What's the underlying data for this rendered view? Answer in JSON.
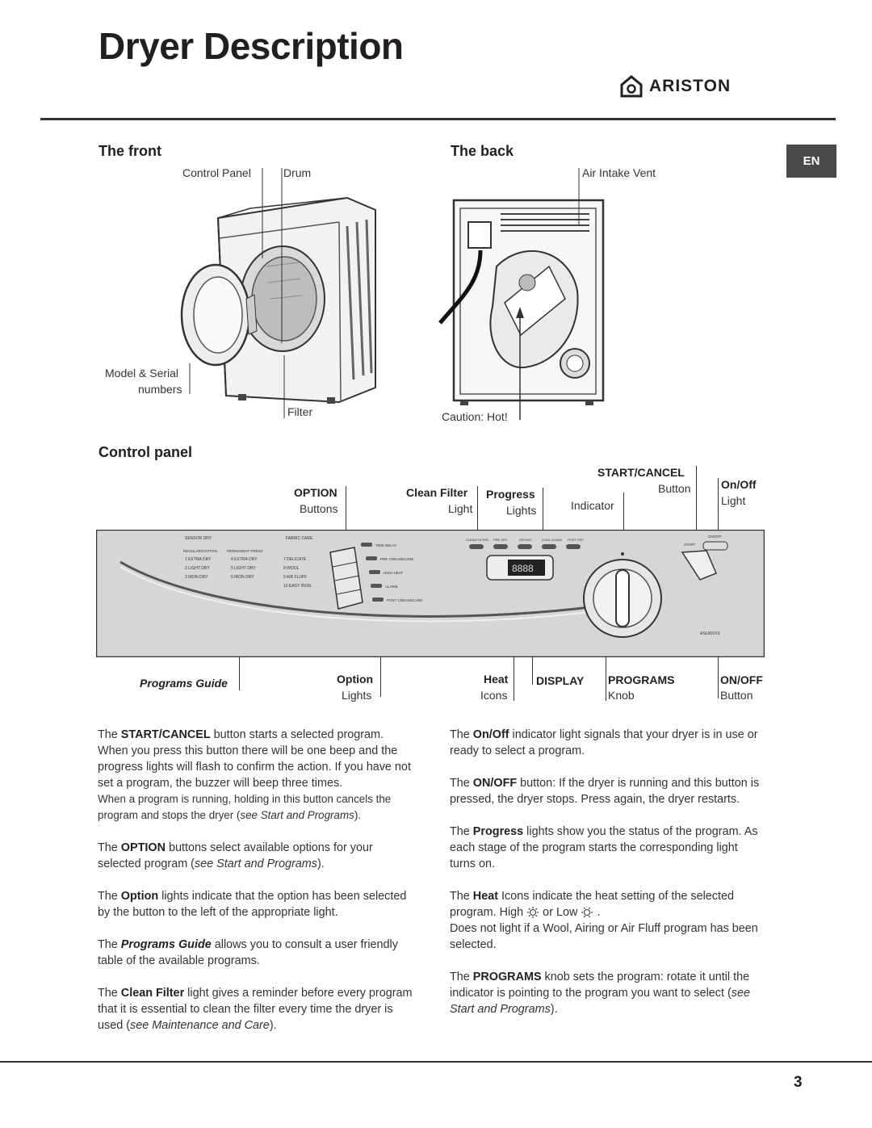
{
  "page": {
    "title": "Dryer Description",
    "lang_tab": "EN",
    "page_number": "3"
  },
  "brand": {
    "name": "ARISTON"
  },
  "front": {
    "heading": "The front",
    "control_panel": "Control Panel",
    "drum": "Drum",
    "model_line1": "Model & Serial",
    "model_line2": "numbers",
    "filter": "Filter"
  },
  "back": {
    "heading": "The back",
    "air_intake": "Air Intake Vent",
    "caution": "Caution: Hot!"
  },
  "panel": {
    "heading": "Control panel",
    "start_cancel": "START/CANCEL",
    "start_cancel_sub": "Button",
    "on_off_light": "On/Off",
    "on_off_light_sub": "Light",
    "option": "OPTION",
    "option_sub": "Buttons",
    "clean_filter": "Clean Filter",
    "clean_filter_sub": "Light",
    "progress": "Progress",
    "progress_sub": "Lights",
    "indicator": "Indicator",
    "programs_guide": "Programs Guide",
    "option_lights": "Option",
    "option_lights_sub": "Lights",
    "heat": "Heat",
    "heat_sub": "Icons",
    "display": "DISPLAY",
    "programs": "PROGRAMS",
    "programs_sub": "Knob",
    "on_off_button": "ON/OFF",
    "on_off_button_sub": "Button",
    "display_digits": "8888",
    "model_code": "ASL65VXS",
    "sensor_dry": "SENSOR DRY",
    "fabric_care": "FABRIC CARE",
    "regular_cotton": "REGULAR/COTTON",
    "permanent_press": "PERMANENT PRESS",
    "prog_col1": [
      "1 EXTRA DRY",
      "2 LIGHT DRY",
      "3 IRON DRY"
    ],
    "prog_col2": [
      "4 EXTRA DRY",
      "5 LIGHT DRY",
      "6 IRON DRY"
    ],
    "prog_col3": [
      "7 DELICATE",
      "8 WOOL",
      "9 AIR FLUFF",
      "10 EASY IRON"
    ],
    "option_leds": [
      "TIME DELAY",
      "PRE CREASECARE",
      "HIGH HEAT",
      "ALARM",
      "POST CREASECARE"
    ],
    "progress_leds": [
      "CLEAN FILTER",
      "PRE DRY",
      "DRYING",
      "COOL DOWN",
      "POST DRY"
    ],
    "start_small": "START",
    "onoff_small": "ON/OFF"
  },
  "text": {
    "left": [
      [
        "The ",
        {
          "b": "START/CANCEL"
        },
        " button starts a selected program. When you press this button there will be one beep and the progress lights will flash to confirm the action. If you have not set a program, the buzzer will beep three times."
      ],
      [
        "When a program is running, holding in this button cancels the program and stops the dryer (",
        {
          "i": "see Start and Programs"
        },
        ")."
      ],
      [
        "The ",
        {
          "b": "OPTION"
        },
        " buttons select available options for your selected program (",
        {
          "i": "see Start and Programs"
        },
        ")."
      ],
      [
        "The ",
        {
          "b": "Option"
        },
        " lights indicate that the option has been selected by the button to the left of the appropriate light."
      ],
      [
        "The ",
        {
          "bi": "Programs Guide"
        },
        " allows you to consult a user friendly table of the available programs."
      ],
      [
        "The ",
        {
          "b": "Clean Filter"
        },
        " light gives a reminder before every program that it is essential to clean the filter every time the dryer is used (",
        {
          "i": "see Maintenance and Care"
        },
        ")."
      ]
    ],
    "right": [
      [
        "The ",
        {
          "b": "On/Off"
        },
        " indicator light signals that your dryer is in use or ready to select a program."
      ],
      [
        "The ",
        {
          "b": "ON/OFF"
        },
        " button: If the dryer is running and this button is pressed, the dryer stops. Press again, the dryer restarts."
      ],
      [
        "The ",
        {
          "b": "Progress"
        },
        " lights show you the status of the program. As each stage of the program starts the corresponding light turns on."
      ],
      [
        "The ",
        {
          "b": "Heat"
        },
        " Icons indicate the heat setting of the selected program. High ",
        {
          "icon": "high"
        },
        " or Low ",
        {
          "icon": "low"
        },
        " ."
      ],
      [
        "Does not light if a Wool, Airing or Air Fluff program has been selected."
      ],
      [
        "The ",
        {
          "b": "PROGRAMS"
        },
        " knob sets the program: rotate it until the indicator is pointing to the program you want to select (",
        {
          "i": "see Start and Programs"
        },
        ")."
      ]
    ]
  }
}
